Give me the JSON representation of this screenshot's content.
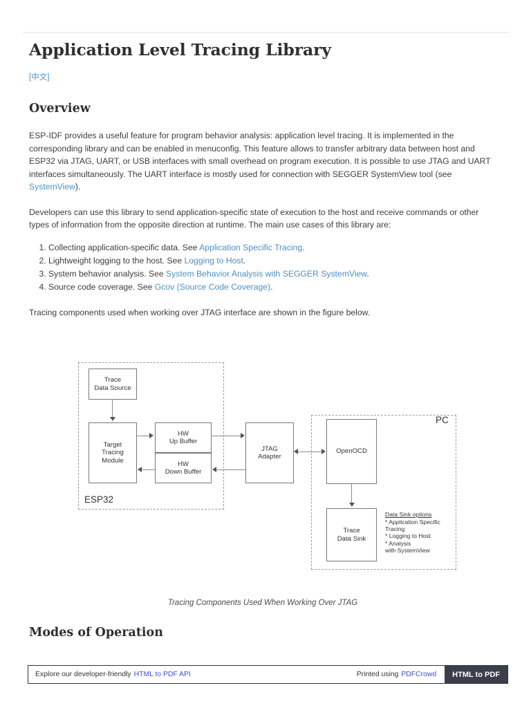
{
  "document": {
    "title": "Application Level Tracing Library",
    "lang_switch": "[中文]",
    "sections": {
      "overview_heading": "Overview",
      "modes_heading": "Modes of Operation"
    },
    "paragraphs": {
      "p1_part1": "ESP-IDF provides a useful feature for program behavior analysis: application level tracing. It is implemented in the corresponding library and can be enabled in menuconfig. This feature allows to transfer arbitrary data between host and ESP32 via JTAG, UART, or USB interfaces with small overhead on program execution. It is possible to use JTAG and UART interfaces simultaneously. The UART interface is mostly used for connection with SEGGER SystemView tool (see ",
      "p1_link": "SystemView",
      "p1_part2": ").",
      "p2": "Developers can use this library to send application-specific state of execution to the host and receive commands or other types of information from the opposite direction at runtime. The main use cases of this library are:",
      "p3": "Tracing components used when working over JTAG interface are shown in the figure below."
    },
    "use_cases": [
      {
        "text_before": "Collecting application-specific data. See ",
        "link": "Application Specific Tracing",
        "text_after": "."
      },
      {
        "text_before": "Lightweight logging to the host. See ",
        "link": "Logging to Host",
        "text_after": "."
      },
      {
        "text_before": "System behavior analysis. See ",
        "link": "System Behavior Analysis with SEGGER SystemView",
        "text_after": "."
      },
      {
        "text_before": "Source code coverage. See ",
        "link": "Gcov (Source Code Coverage)",
        "text_after": "."
      }
    ],
    "figure": {
      "caption": "Tracing Components Used When Working Over JTAG",
      "boxes": {
        "trace_data_source": "Trace\nData Source",
        "target_tracing_module": "Target\nTracing\nModule",
        "hw_up_buffer": "HW\nUp Buffer",
        "hw_down_buffer": "HW\nDown Buffer",
        "jtag_adapter": "JTAG\nAdapter",
        "openocd": "OpenOCD",
        "trace_data_sink": "Trace\nData Sink"
      },
      "group_labels": {
        "esp32": "ESP32",
        "pc": "PC"
      },
      "notes": {
        "data_sink_options_title": "Data Sink options",
        "data_sink_options_body": "* Application Specific\n   Tracing\n* Logging to Host\n* Analysis\n  with SystemView"
      }
    }
  },
  "footer": {
    "left_text": "Explore our developer-friendly",
    "left_link": "HTML to PDF API",
    "mid_text": "Printed using",
    "mid_link": "PDFCrowd",
    "button_label": "HTML to PDF"
  },
  "colors": {
    "link": "#4a90c4",
    "footer_link": "#3b4fd8",
    "footer_button_bg": "#3a3f4a",
    "text": "#3c3c3c",
    "heading": "#2f2f2f",
    "diagram_border": "#777777",
    "diagram_dashed": "#9a9a9a"
  }
}
